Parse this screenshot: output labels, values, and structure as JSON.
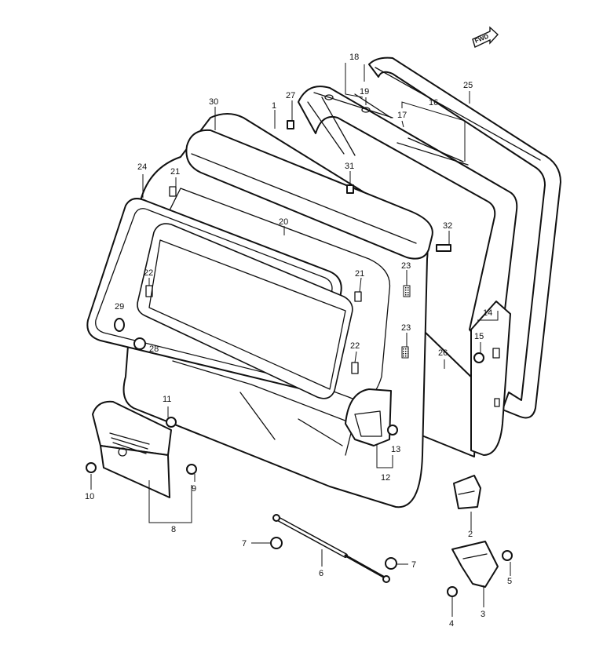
{
  "diagram": {
    "direction_badge": "FWD",
    "callouts": {
      "c1": "1",
      "c2": "2",
      "c3": "3",
      "c4": "4",
      "c5": "5",
      "c6": "6",
      "c7a": "7",
      "c7b": "7",
      "c8": "8",
      "c9": "9",
      "c10": "10",
      "c11": "11",
      "c12": "12",
      "c13": "13",
      "c14": "14",
      "c15": "15",
      "c16": "16",
      "c17": "17",
      "c18": "18",
      "c19": "19",
      "c20": "20",
      "c21a": "21",
      "c21b": "21",
      "c22a": "22",
      "c22b": "22",
      "c23a": "23",
      "c23b": "23",
      "c24": "24",
      "c25": "25",
      "c26": "26",
      "c27": "27",
      "c28": "28",
      "c29": "29",
      "c30": "30",
      "c31": "31",
      "c32": "32"
    }
  }
}
